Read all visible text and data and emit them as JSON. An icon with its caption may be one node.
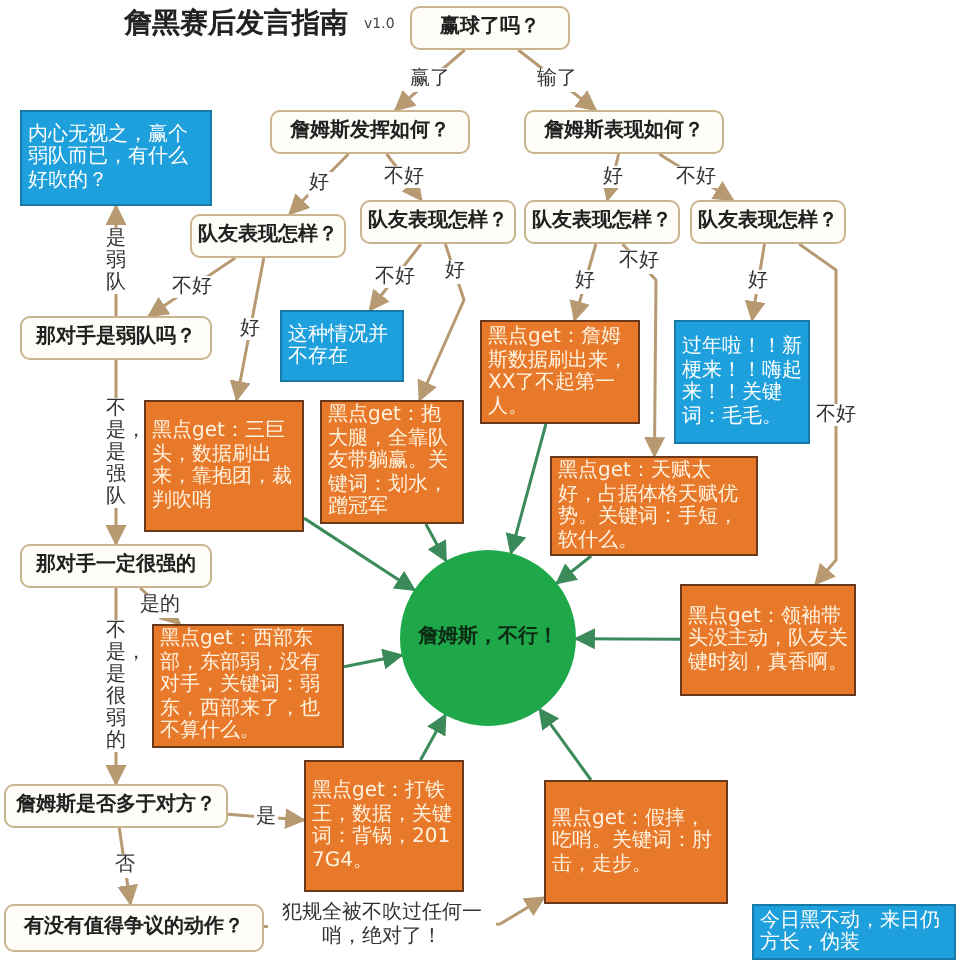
{
  "diagram": {
    "title": "詹黑赛后发言指南",
    "nodes": [
      {
        "text": [
          "赢球了吗？"
        ]
      },
      {
        "text": [
          "詹姆斯发挥如何？"
        ]
      },
      {
        "text": [
          "詹姆斯表现如何？"
        ]
      },
      {
        "text": [
          "队友表现怎样？"
        ]
      },
      {
        "text": [
          "队友表现怎样？"
        ]
      },
      {
        "text": [
          "队友表现怎样？"
        ]
      },
      {
        "text": [
          "队友表现怎样？"
        ]
      },
      {
        "text": [
          "内心无视之，赢个弱队而已，有什么好吹的？"
        ]
      },
      {
        "text": [
          "那对手是弱队吗？"
        ]
      },
      {
        "text": [
          "这种情况并不存在"
        ]
      },
      {
        "text": [
          "黑点get：三巨头，数据刷出来，靠抱团，裁判吹哨"
        ]
      },
      {
        "text": [
          "黑点get：抱大腿，全靠队友带躺赢。关键词：划水，蹭冠军"
        ]
      },
      {
        "text": [
          "黑点get：詹姆斯数据刷出来，XX了不起第一人。"
        ]
      },
      {
        "text": [
          "黑点get：天赋太好，占据体格天赋优势。关键词：手短，软什么。"
        ]
      },
      {
        "text": [
          "过年啦！！新梗来！！嗨起来！！关键词：毛毛。"
        ]
      },
      {
        "text": [
          "黑点get：领袖带头没主动，队友关键时刻，真香啊。"
        ]
      },
      {
        "text": [
          "詹姆斯，不行！"
        ]
      },
      {
        "text": [
          "那对手一定很强的"
        ]
      },
      {
        "text": [
          "黑点get：西部东部，东部弱，没有对手，关键词：弱东，西部来了，也不算什么。"
        ]
      },
      {
        "text": [
          "詹姆斯是否多于对方？"
        ]
      },
      {
        "text": [
          "黑点get：打铁王，数据，关键词：背锅，2017G4。"
        ]
      },
      {
        "text": [
          "有没有值得争议的动作？"
        ]
      },
      {
        "text": [
          "黑点get：假摔，吃哨。关键词：肘击，走步。"
        ]
      },
      {
        "text": [
          "今日黑不动，来日仍方长，伪装"
        ]
      }
    ],
    "edges": [
      {
        "from": 0,
        "to": 1,
        "arrow": "to",
        "label": "赢了"
      },
      {
        "from": 0,
        "to": 2,
        "arrow": "to",
        "label": "输了"
      },
      {
        "from": 1,
        "to": 3,
        "arrow": "to",
        "label": "好"
      },
      {
        "from": 1,
        "to": 4,
        "arrow": "to",
        "label": "不好"
      },
      {
        "from": 2,
        "to": 5,
        "arrow": "to",
        "label": "好"
      },
      {
        "from": 2,
        "to": 6,
        "arrow": "to",
        "label": "不好"
      },
      {
        "from": 3,
        "to": 8,
        "arrow": "to",
        "label": "不好"
      },
      {
        "from": 3,
        "to": 10,
        "arrow": "to",
        "label": "好"
      },
      {
        "from": 4,
        "to": 9,
        "arrow": "to",
        "label": "不好"
      },
      {
        "from": 4,
        "to": 11,
        "arrow": "to",
        "label": "好"
      },
      {
        "from": 5,
        "to": 12,
        "arrow": "to",
        "label": "好"
      },
      {
        "from": 5,
        "to": 13,
        "arrow": "to",
        "label": "不好"
      },
      {
        "from": 6,
        "to": 14,
        "arrow": "to",
        "label": "好"
      },
      {
        "from": 6,
        "to": 15,
        "arrow": "to",
        "label": "不好"
      },
      {
        "from": 8,
        "to": 7,
        "arrow": "to",
        "label": "是弱队"
      },
      {
        "from": 8,
        "to": 17,
        "arrow": "to",
        "label": "不是，是强队"
      },
      {
        "from": 17,
        "to": 18,
        "arrow": "to",
        "label": "是的"
      },
      {
        "from": 17,
        "to": 19,
        "arrow": "to",
        "label": "不是，是很弱的"
      },
      {
        "from": 19,
        "to": 20,
        "arrow": "to",
        "label": "是"
      },
      {
        "from": 19,
        "to": 21,
        "arrow": "to",
        "label": "否"
      },
      {
        "from": 21,
        "to": 22,
        "arrow": "to",
        "label": "犯规全被不吹过任何一哨，绝对了！"
      },
      {
        "from": 10,
        "to": 16,
        "arrow": "to",
        "color": "#3a8a5a"
      },
      {
        "from": 11,
        "to": 16,
        "arrow": "to",
        "color": "#3a8a5a"
      },
      {
        "from": 12,
        "to": 16,
        "arrow": "to",
        "color": "#3a8a5a"
      },
      {
        "from": 13,
        "to": 16,
        "arrow": "to",
        "color": "#3a8a5a"
      },
      {
        "from": 15,
        "to": 16,
        "arrow": "to",
        "color": "#3a8a5a"
      },
      {
        "from": 18,
        "to": 16,
        "arrow": "to",
        "color": "#3a8a5a"
      },
      {
        "from": 20,
        "to": 16,
        "arrow": "to",
        "color": "#3a8a5a"
      },
      {
        "from": 22,
        "to": 16,
        "arrow": "to",
        "color": "#3a8a5a"
      }
    ],
    "labels": [
      "v1.0"
    ]
  }
}
